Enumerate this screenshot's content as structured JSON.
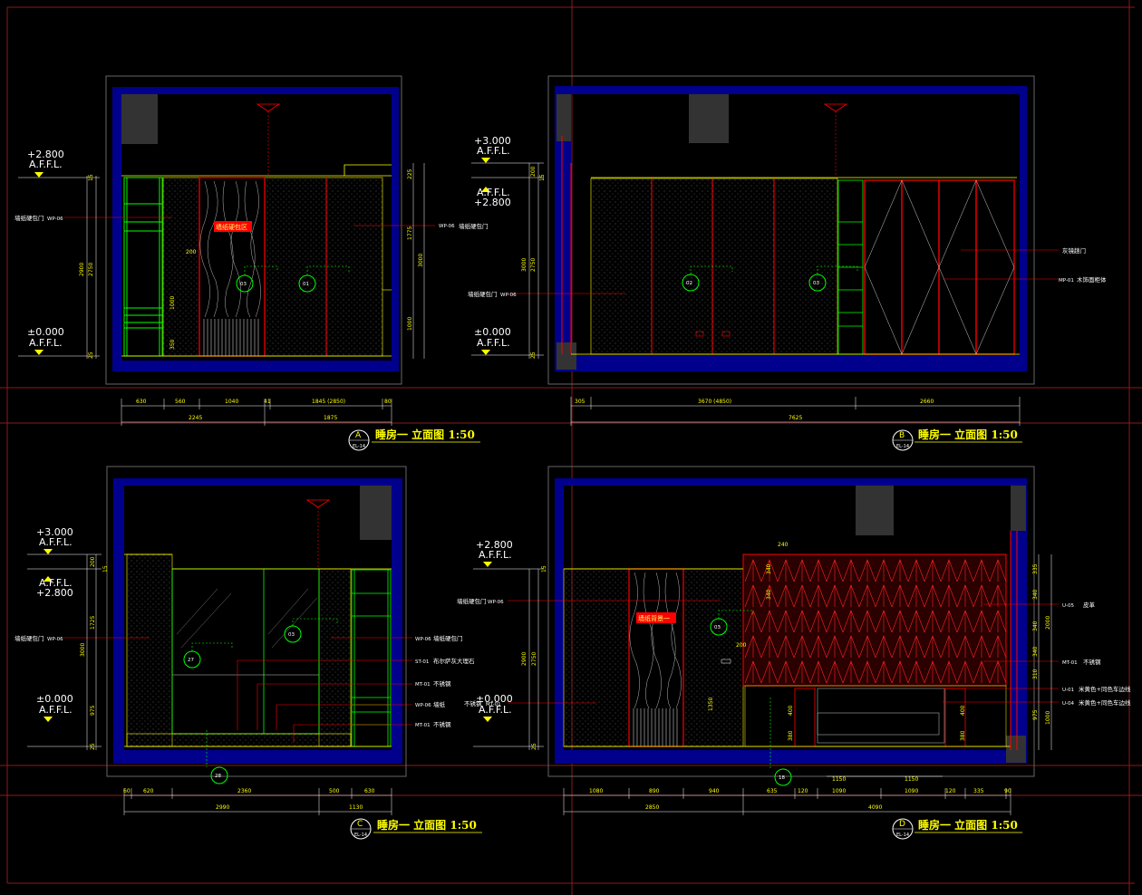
{
  "sheet": {
    "views": [
      {
        "id": "A",
        "letter": "A",
        "sheet_ref": "EL-14",
        "title": "睡房一 立面图 1:50",
        "levels": [
          "+2.800",
          "A.F.F.L.",
          "±0.000",
          "A.F.F.L."
        ],
        "vdims_left": [
          "15",
          "2900",
          "2750",
          "25"
        ],
        "vdims_right": [
          "225",
          "3000",
          "1775",
          "1000"
        ],
        "inner_dims": [
          "200",
          "1000",
          "350"
        ],
        "hdims_top": [
          "630",
          "560",
          "1040",
          "41",
          "1845 (2850)",
          "80"
        ],
        "hdims_bottom": [
          "2245",
          "1875"
        ],
        "labels": [
          "墙纸硬包门",
          "WP-06",
          "墙纸硬包门",
          "WP-06",
          "墙纸硬包区"
        ],
        "bubbles": [
          "03",
          "01"
        ]
      },
      {
        "id": "B",
        "letter": "B",
        "sheet_ref": "EL-14",
        "title": "睡房一 立面图 1:50",
        "levels": [
          "+3.000",
          "A.F.F.L.",
          "A.F.F.L.",
          "+2.800",
          "±0.000",
          "A.F.F.L."
        ],
        "vdims_left": [
          "200",
          "15",
          "3000",
          "2750",
          "25"
        ],
        "hdims_top": [
          "305",
          "3670 (4850)",
          "2660"
        ],
        "hdims_bottom": [
          "7625"
        ],
        "labels": [
          "墙纸硬包门",
          "WP-06",
          "灰镜趟门",
          "MP-01",
          "木饰面柜体"
        ],
        "bubbles": [
          "02",
          "03"
        ]
      },
      {
        "id": "C",
        "letter": "C",
        "sheet_ref": "EL-14",
        "title": "睡房一 立面图 1:50",
        "levels": [
          "+3.000",
          "A.F.F.L.",
          "A.F.F.L.",
          "+2.800",
          "±0.000",
          "A.F.F.L."
        ],
        "vdims_left": [
          "200",
          "1725",
          "3000",
          "975",
          "25"
        ],
        "vdims_mid": [
          "15"
        ],
        "hdims_top": [
          "60",
          "620",
          "2360",
          "500",
          "630"
        ],
        "hdims_bottom": [
          "2990",
          "1130"
        ],
        "labels": [
          "墙纸硬包门",
          "WP-06",
          "WP-06",
          "墙纸硬包门",
          "ST-01",
          "布尔萨灰大理石",
          "MT-01",
          "不锈钢",
          "WP-06",
          "墙纸",
          "MT-01",
          "不锈钢"
        ],
        "bubbles": [
          "27",
          "03",
          "28"
        ]
      },
      {
        "id": "D",
        "letter": "D",
        "sheet_ref": "EL-14",
        "title": "睡房一 立面图 1:50",
        "levels": [
          "+2.800",
          "A.F.F.L.",
          "±0.000",
          "A.F.F.L."
        ],
        "vdims_left": [
          "15",
          "2900",
          "2750",
          "25"
        ],
        "vdims_right": [
          "335",
          "340",
          "340",
          "340",
          "310",
          "975",
          "2000",
          "1000"
        ],
        "inner_dims": [
          "240",
          "340",
          "340",
          "200",
          "1350",
          "400",
          "380",
          "400",
          "380"
        ],
        "hdims_top": [
          "1080",
          "890",
          "940",
          "635",
          "120",
          "1090",
          "1090",
          "120",
          "335",
          "90"
        ],
        "hdims_mid": [
          "1150",
          "1150"
        ],
        "hdims_bottom": [
          "2850",
          "4090"
        ],
        "labels": [
          "墙纸硬包门",
          "WP-06",
          "不锈钢",
          "MT-01",
          "墙纸背景一",
          "U-05",
          "皮革",
          "MT-01",
          "不锈钢",
          "U-01",
          "米黄色+同色车边线",
          "U-04",
          "米黄色+同色车边线"
        ],
        "bubbles": [
          "03",
          "18"
        ]
      }
    ]
  },
  "colors": {
    "wall": "#0000aa",
    "frame": "#ffffff",
    "cabinet": "#00ff00",
    "red": "#ff0000",
    "dim": "#ffff00",
    "hatch": "#888888"
  }
}
